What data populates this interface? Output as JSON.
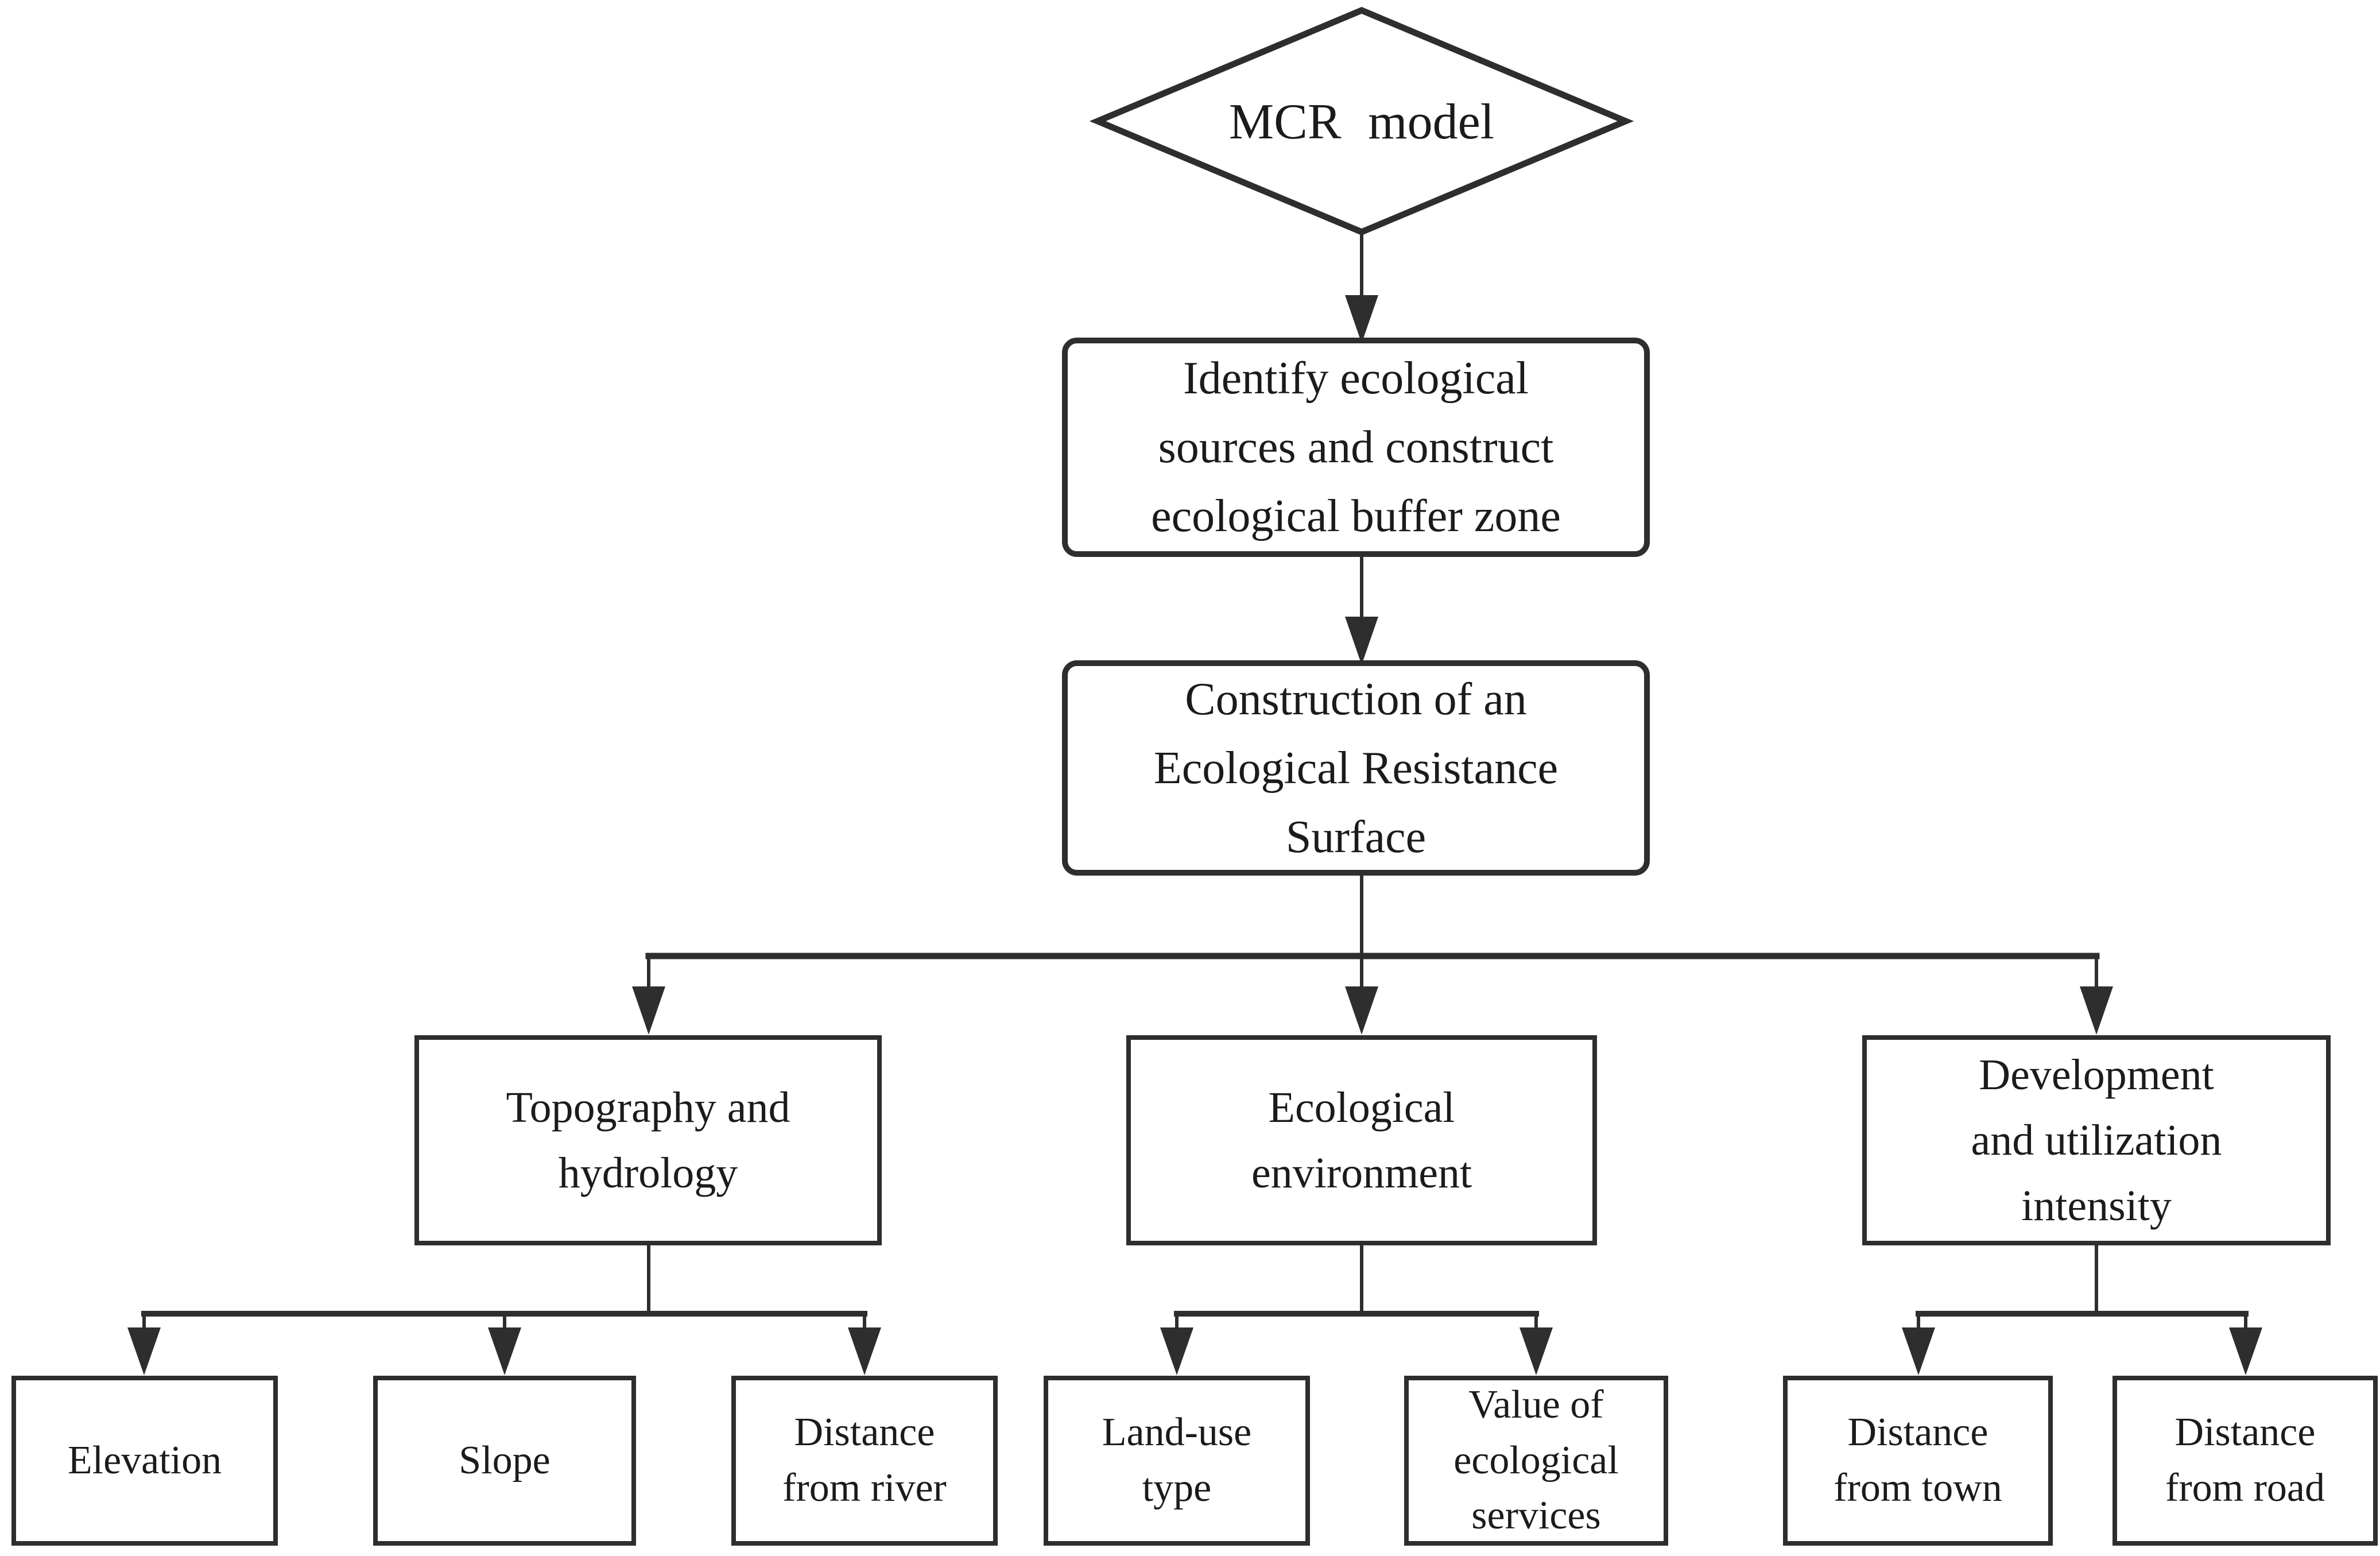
{
  "figure": {
    "type": "flowchart",
    "background_color": "#ffffff",
    "stroke_color": "#2e2e2e",
    "text_color": "#1b1b1b"
  },
  "nodes": {
    "mcr": {
      "label": "MCR model",
      "shape": "diamond"
    },
    "identify": {
      "label": "Identify ecological\nsources and construct\necological buffer zone",
      "shape": "rounded-rectangle"
    },
    "resistance": {
      "label": "Construction of an\nEcological Resistance\nSurface",
      "shape": "rounded-rectangle"
    },
    "topography": {
      "label": "Topography and\nhydrology",
      "shape": "rectangle"
    },
    "ecological": {
      "label": "Ecological\nenvironment",
      "shape": "rectangle"
    },
    "development": {
      "label": "Development\nand utilization\nintensity",
      "shape": "rectangle"
    },
    "elevation": {
      "label": "Elevation",
      "shape": "rectangle"
    },
    "slope": {
      "label": "Slope",
      "shape": "rectangle"
    },
    "river": {
      "label": "Distance\nfrom river",
      "shape": "rectangle"
    },
    "landuse": {
      "label": "Land-use\ntype",
      "shape": "rectangle"
    },
    "services": {
      "label": "Value of\necological\nservices",
      "shape": "rectangle"
    },
    "town": {
      "label": "Distance\nfrom town",
      "shape": "rectangle"
    },
    "road": {
      "label": "Distance\nfrom road",
      "shape": "rectangle"
    }
  },
  "edges": [
    {
      "from": "mcr",
      "to": "identify"
    },
    {
      "from": "identify",
      "to": "resistance"
    },
    {
      "from": "resistance",
      "to": "topography"
    },
    {
      "from": "resistance",
      "to": "ecological"
    },
    {
      "from": "resistance",
      "to": "development"
    },
    {
      "from": "topography",
      "to": "elevation"
    },
    {
      "from": "topography",
      "to": "slope"
    },
    {
      "from": "topography",
      "to": "river"
    },
    {
      "from": "ecological",
      "to": "landuse"
    },
    {
      "from": "ecological",
      "to": "services"
    },
    {
      "from": "development",
      "to": "town"
    },
    {
      "from": "development",
      "to": "road"
    }
  ]
}
